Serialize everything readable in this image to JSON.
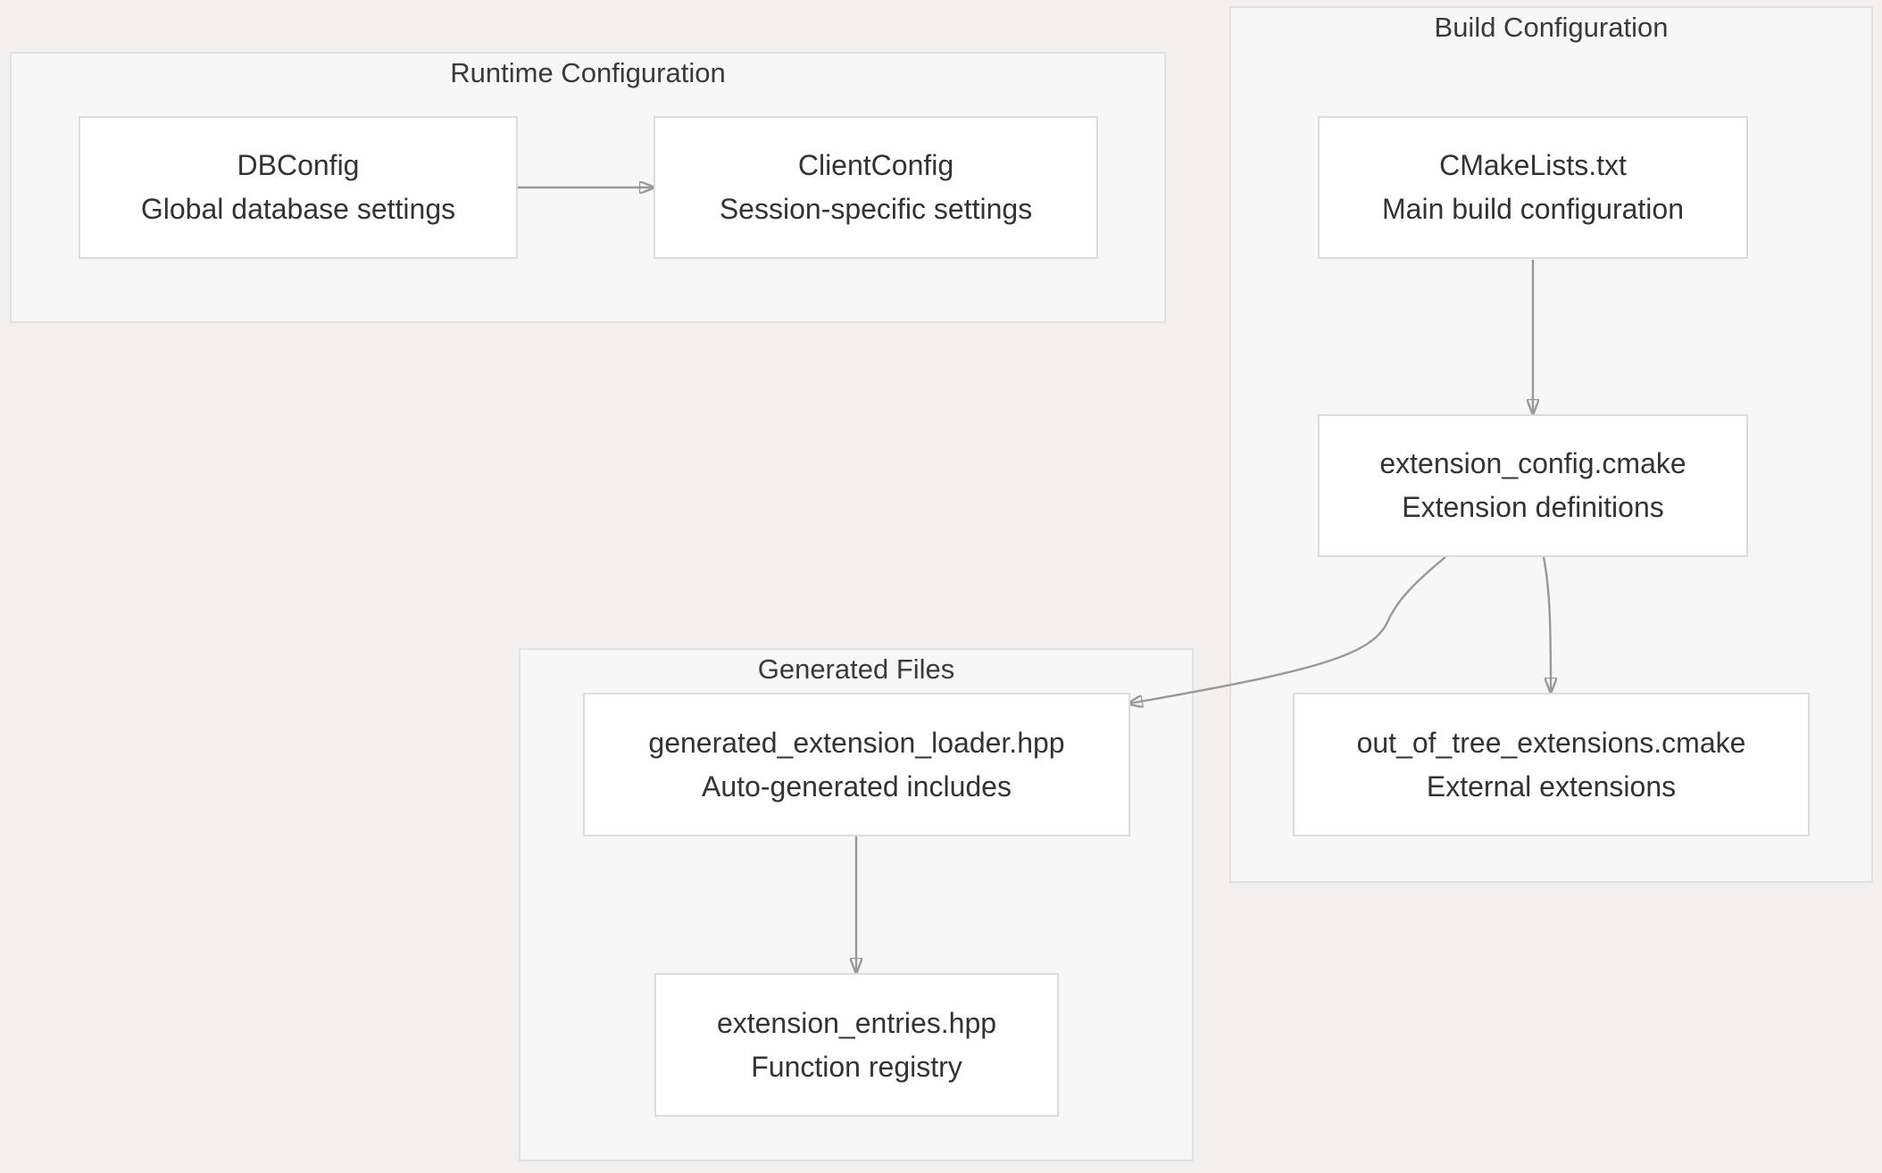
{
  "clusters": {
    "runtime": {
      "title": "Runtime Configuration"
    },
    "build": {
      "title": "Build Configuration"
    },
    "generated": {
      "title": "Generated Files"
    }
  },
  "nodes": {
    "dbconfig": {
      "name": "DBConfig",
      "desc": "Global database settings"
    },
    "clientconfig": {
      "name": "ClientConfig",
      "desc": "Session-specific settings"
    },
    "cmakelists": {
      "name": "CMakeLists.txt",
      "desc": "Main build configuration"
    },
    "extension_config": {
      "name": "extension_config.cmake",
      "desc": "Extension definitions"
    },
    "out_of_tree": {
      "name": "out_of_tree_extensions.cmake",
      "desc": "External extensions"
    },
    "loader": {
      "name": "generated_extension_loader.hpp",
      "desc": "Auto-generated includes"
    },
    "entries": {
      "name": "extension_entries.hpp",
      "desc": "Function registry"
    }
  },
  "edges": [
    {
      "from": "DBConfig",
      "to": "ClientConfig"
    },
    {
      "from": "CMakeLists.txt",
      "to": "extension_config.cmake"
    },
    {
      "from": "extension_config.cmake",
      "to": "generated_extension_loader.hpp"
    },
    {
      "from": "extension_config.cmake",
      "to": "out_of_tree_extensions.cmake"
    },
    {
      "from": "generated_extension_loader.hpp",
      "to": "extension_entries.hpp"
    }
  ],
  "colors": {
    "background": "#f2f1f0",
    "cluster_fill": "#f7f7f7",
    "cluster_border": "#e2e2e2",
    "node_fill": "#ffffff",
    "node_border": "#dcdcdc",
    "edge": "#999999",
    "text": "#333333"
  }
}
